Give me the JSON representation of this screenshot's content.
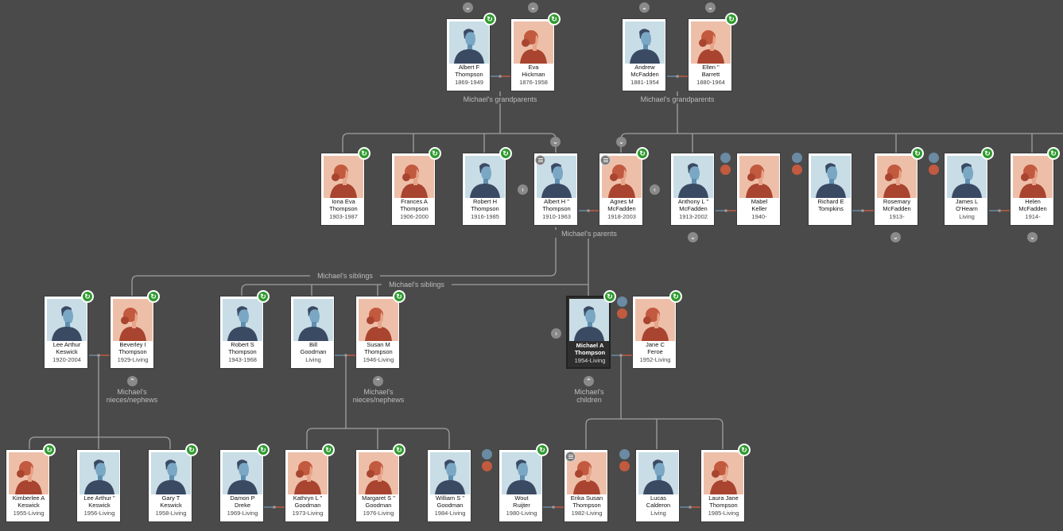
{
  "colors": {
    "background": "#4a4a4a",
    "line": "#a0a0a0",
    "hint_badge": "#2e9a2e",
    "male_portrait_bg": "#c8dde6",
    "female_portrait_bg": "#eebfa8",
    "couple_male_dot": "#6b8aa3",
    "couple_female_dot": "#c25a3f"
  },
  "icons": {
    "hint": "leaf-hint-icon",
    "notes": "notes-list-icon",
    "expand_down": "chevron-down-icon",
    "expand_up": "chevron-up-icon",
    "expand_right": "chevron-right-icon",
    "expand_left": "chevron-left-icon",
    "other_spouses": "spouses-icon"
  },
  "labels": {
    "grandparents_1": "Michael's grandparents",
    "grandparents_2": "Michael's grandparents",
    "parents": "Michael's parents",
    "siblings_1": "Michael's siblings",
    "siblings_2": "Michael's siblings",
    "nieces_1": "Michael's\nnieces/nephews",
    "nieces_2": "Michael's\nnieces/nephews",
    "children": "Michael's\nchildren"
  },
  "people": {
    "albert_f": {
      "name": "Albert F\nThompson",
      "dates": "1869-1949",
      "gender": "male"
    },
    "eva": {
      "name": "Eva\nHickman",
      "dates": "1876-1958",
      "gender": "female"
    },
    "andrew": {
      "name": "Andrew\nMcFadden",
      "dates": "1881-1954",
      "gender": "male"
    },
    "ellen": {
      "name": "Ellen \"\nBarrett",
      "dates": "1880-1964",
      "gender": "female"
    },
    "iona": {
      "name": "Iona Eva\nThompson",
      "dates": "1903-1987",
      "gender": "female"
    },
    "frances": {
      "name": "Frances A\nThompson",
      "dates": "1906-2000",
      "gender": "female"
    },
    "robert_h": {
      "name": "Robert H\nThompson",
      "dates": "1916-1985",
      "gender": "male"
    },
    "albert_h": {
      "name": "Albert H \"\nThompson",
      "dates": "1910-1963",
      "gender": "male"
    },
    "agnes": {
      "name": "Agnes M\nMcFadden",
      "dates": "1918-2003",
      "gender": "female"
    },
    "anthony": {
      "name": "Anthony L \"\nMcFadden",
      "dates": "1913-2002",
      "gender": "male"
    },
    "mabel": {
      "name": "Mabel\nKeller",
      "dates": "1940-",
      "gender": "female"
    },
    "richard": {
      "name": "Richard E\nTompkins",
      "dates": "",
      "gender": "male"
    },
    "rosemary": {
      "name": "Rosemary\nMcFadden",
      "dates": "1913-",
      "gender": "female"
    },
    "james": {
      "name": "James L\nO'Hearn",
      "dates": "Living",
      "gender": "male"
    },
    "helen": {
      "name": "Helen\nMcFadden",
      "dates": "1914-",
      "gender": "female"
    },
    "lee_arthur": {
      "name": "Lee Arthur\nKeswick",
      "dates": "1920-2004",
      "gender": "male"
    },
    "beverley": {
      "name": "Beverley I\nThompson",
      "dates": "1929-Living",
      "gender": "female"
    },
    "robert_s": {
      "name": "Robert S\nThompson",
      "dates": "1943-1968",
      "gender": "male"
    },
    "bill": {
      "name": "Bill\nGoodman",
      "dates": "Living",
      "gender": "male"
    },
    "susan": {
      "name": "Susan M\nThompson",
      "dates": "1946-Living",
      "gender": "female"
    },
    "michael": {
      "name": "Michael A\nThompson",
      "dates": "1954-Living",
      "gender": "male"
    },
    "jane": {
      "name": "Jane C\nFeroe",
      "dates": "1952-Living",
      "gender": "female"
    },
    "kimberlee": {
      "name": "Kimberlee A\nKeswick",
      "dates": "1955-Living",
      "gender": "female"
    },
    "lee_arthur_jr": {
      "name": "Lee Arthur \"\nKeswick",
      "dates": "1956-Living",
      "gender": "male"
    },
    "gary": {
      "name": "Gary T\nKeswick",
      "dates": "1958-Living",
      "gender": "male"
    },
    "damon": {
      "name": "Damon P\nDreke",
      "dates": "1969-Living",
      "gender": "male"
    },
    "kathryn": {
      "name": "Kathryn L \"\nGoodman",
      "dates": "1973-Living",
      "gender": "female"
    },
    "margaret": {
      "name": "Margaret S \"\nGoodman",
      "dates": "1976-Living",
      "gender": "female"
    },
    "william": {
      "name": "William S \"\nGoodman",
      "dates": "1984-Living",
      "gender": "male"
    },
    "wout": {
      "name": "Wout\nRuijter",
      "dates": "1980-Living",
      "gender": "male"
    },
    "erika": {
      "name": "Erika Susan\nThompson",
      "dates": "1982-Living",
      "gender": "female"
    },
    "lucas": {
      "name": "Lucas\nCalderon",
      "dates": "Living",
      "gender": "male"
    },
    "laura": {
      "name": "Laura Jane\nThompson",
      "dates": "1985-Living",
      "gender": "female"
    }
  }
}
